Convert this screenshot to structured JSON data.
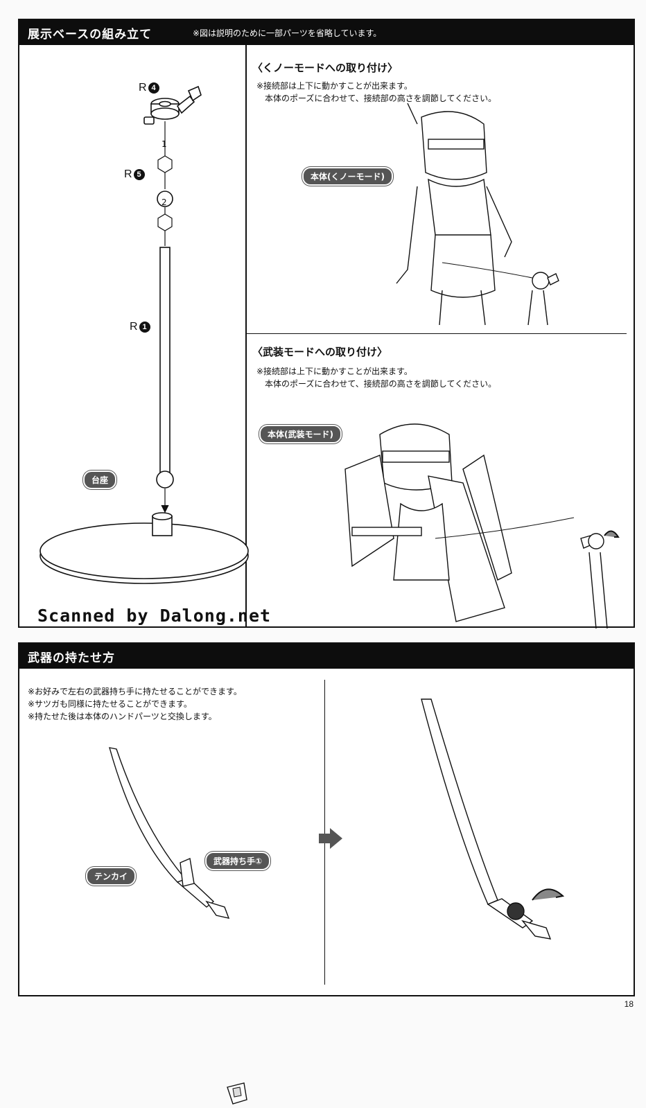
{
  "section1": {
    "title": "展示ベースの組み立て",
    "note": "※図は説明のために一部パーツを省略しています。",
    "parts": {
      "r4": {
        "prefix": "R",
        "num": "4"
      },
      "r5": {
        "prefix": "R",
        "num": "5"
      },
      "r1": {
        "prefix": "R",
        "num": "1"
      }
    },
    "steps": [
      "1",
      "2"
    ],
    "base_label": "台座",
    "kunoichi": {
      "heading": "〈くノーモードへの取り付け〉",
      "note": "※接続部は上下に動かすことが出来ます。\n　本体のポーズに合わせて、接続部の高さを調節してください。",
      "label": "本体(くノーモード)"
    },
    "armed": {
      "heading": "〈武装モードへの取り付け〉",
      "note": "※接続部は上下に動かすことが出来ます。\n　本体のポーズに合わせて、接続部の高さを調節してください。",
      "label": "本体(武装モード)"
    }
  },
  "watermark": "Scanned by Dalong.net",
  "section2": {
    "title": "武器の持たせ方",
    "notes": "※お好みで左右の武器持ち手に持たせることができます。\n※サツガも同様に持たせることができます。\n※持たせた後は本体のハンドパーツと交換します。",
    "weapon_label": "テンカイ",
    "hand_label": "武器持ち手①"
  },
  "page_number": "18"
}
